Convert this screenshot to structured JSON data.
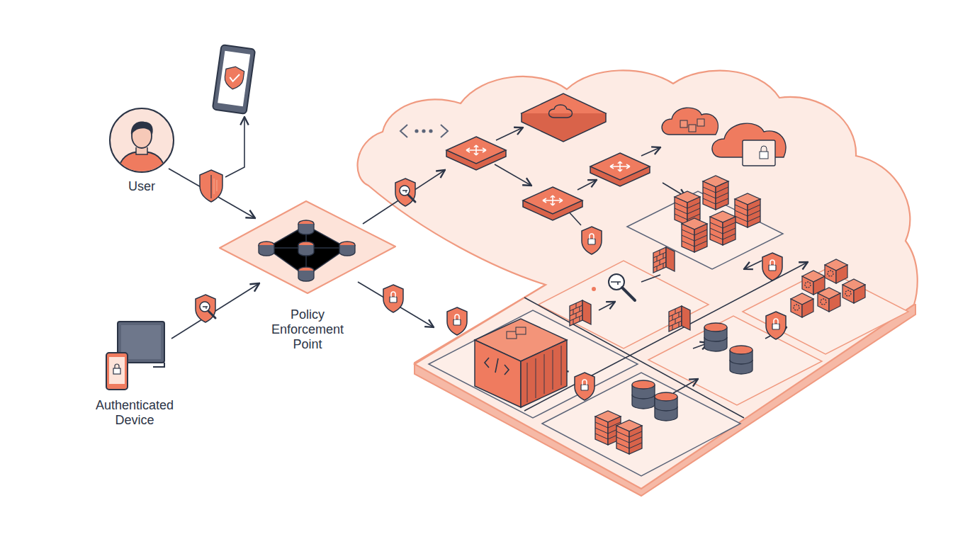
{
  "diagram": {
    "nodes": [
      {
        "text": [
          "User"
        ]
      },
      {
        "text": [
          "Policy Enforcement Point"
        ]
      },
      {
        "text": [
          "Authenticated Device"
        ]
      }
    ],
    "edges": [
      {
        "from": 0,
        "to": 1,
        "arrow": "to"
      },
      {
        "from": 2,
        "to": 1,
        "arrow": "to"
      }
    ]
  }
}
